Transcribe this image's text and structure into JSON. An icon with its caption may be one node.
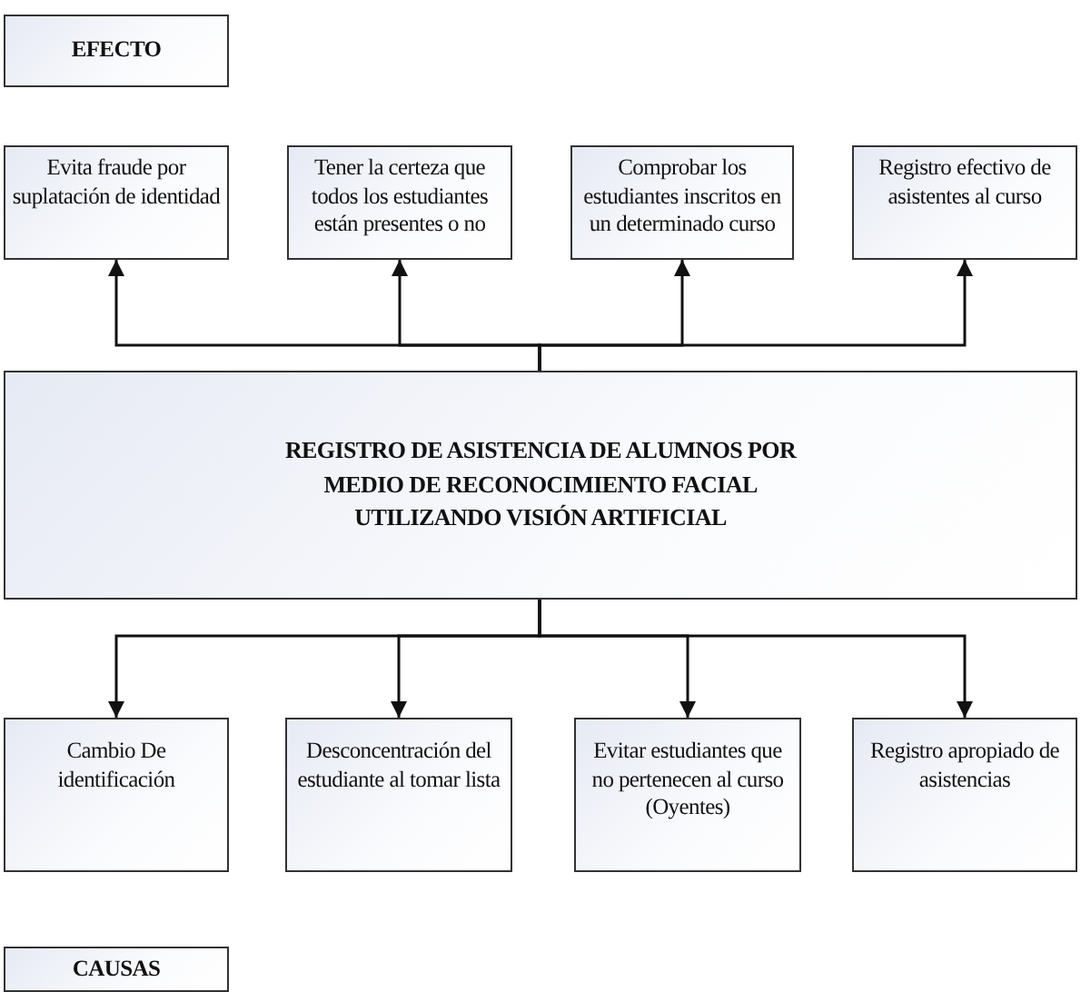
{
  "diagram": {
    "nodes": [
      {
        "text": [
          "EFECTO"
        ]
      },
      {
        "text": [
          "Evita fraude por suplatación de identidad"
        ]
      },
      {
        "text": [
          "Tener la certeza que todos los estudiantes están presentes o no"
        ]
      },
      {
        "text": [
          "Comprobar los estudiantes inscritos en un determinado curso"
        ]
      },
      {
        "text": [
          "Registro efectivo de asistentes al curso"
        ]
      },
      {
        "text": [
          "REGISTRO DE ASISTENCIA DE ALUMNOS POR MEDIO DE RECONOCIMIENTO FACIAL UTILIZANDO VISIÓN ARTIFICIAL"
        ]
      },
      {
        "text": [
          "Cambio De identificación"
        ]
      },
      {
        "text": [
          "Desconcentración del estudiante al tomar lista"
        ]
      },
      {
        "text": [
          "Evitar estudiantes que no pertenecen al curso (Oyentes)"
        ]
      },
      {
        "text": [
          "Registro apropiado de asistencias"
        ]
      },
      {
        "text": [
          "CAUSAS"
        ]
      }
    ],
    "edges": [
      {
        "from": 5,
        "to": 1,
        "arrow": "to"
      },
      {
        "from": 5,
        "to": 2,
        "arrow": "to"
      },
      {
        "from": 5,
        "to": 3,
        "arrow": "to"
      },
      {
        "from": 5,
        "to": 4,
        "arrow": "to"
      },
      {
        "from": 5,
        "to": 6,
        "arrow": "to"
      },
      {
        "from": 5,
        "to": 7,
        "arrow": "to"
      },
      {
        "from": 5,
        "to": 8,
        "arrow": "to"
      },
      {
        "from": 5,
        "to": 9,
        "arrow": "to"
      }
    ]
  }
}
